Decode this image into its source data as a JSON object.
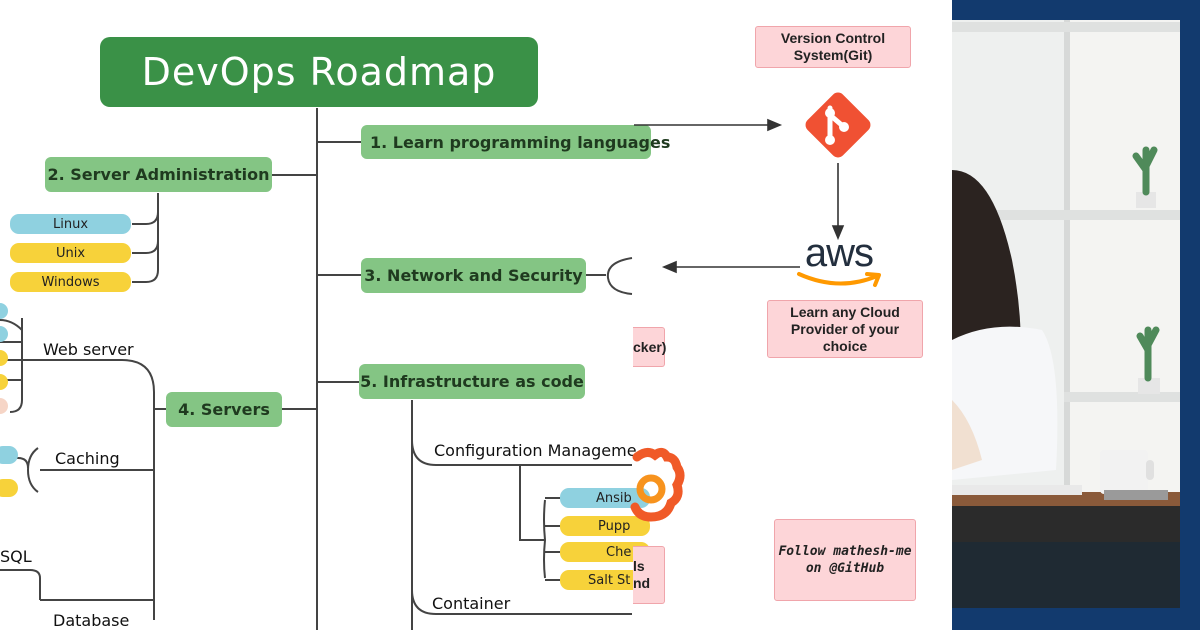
{
  "title": "DevOps Roadmap",
  "branches": {
    "learn_programming": "1. Learn programming languages",
    "server_admin": "2. Server Administration",
    "network_security": "3. Network and Security",
    "servers": "4. Servers",
    "iac": "5. Infrastructure as code"
  },
  "os_items": [
    "Linux",
    "Unix",
    "Windows"
  ],
  "server_topics": {
    "web_server": "Web server",
    "caching": "Caching",
    "database": "Database",
    "sql": "SQL"
  },
  "iac_topics": {
    "config_mgmt": "Configuration Manageme",
    "container": "Container"
  },
  "config_tools": [
    "Ansib",
    "Pupp",
    "Che",
    "Salt St"
  ],
  "partial_boxes": {
    "docker": "cker)",
    "tools_a": "ls",
    "tools_b": "nd"
  },
  "boxes": {
    "vcs": "Version Control System(Git)",
    "cloud": "Learn any Cloud Provider of your choice",
    "follow": "Follow mathesh-me on @GitHub"
  },
  "logos": {
    "git": "git-logo-icon",
    "aws": "aws",
    "grafana": "grafana-logo-icon"
  },
  "colors": {
    "title_green": "#3a9147",
    "branch_green": "#84c584",
    "pill_blue": "#8fd1e0",
    "pill_yellow": "#f7d23a",
    "box_pink": "#fdd5d8",
    "git_orange": "#f05133",
    "aws_orange": "#ff9900",
    "photo_navy": "#123a6e"
  }
}
